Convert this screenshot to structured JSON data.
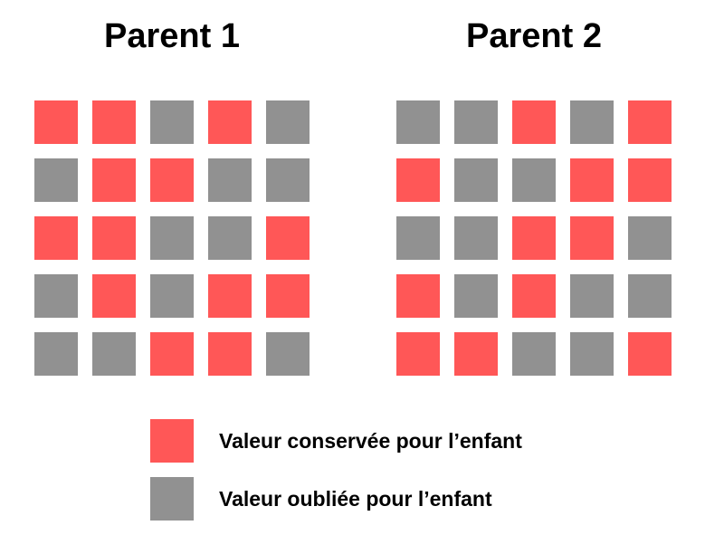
{
  "colors": {
    "kept": "#FF5757",
    "forgotten": "#919191"
  },
  "parents": [
    {
      "title": "Parent 1",
      "grid": [
        [
          "kept",
          "kept",
          "forgotten",
          "kept",
          "forgotten"
        ],
        [
          "forgotten",
          "kept",
          "kept",
          "forgotten",
          "forgotten"
        ],
        [
          "kept",
          "kept",
          "forgotten",
          "forgotten",
          "kept"
        ],
        [
          "forgotten",
          "kept",
          "forgotten",
          "kept",
          "kept"
        ],
        [
          "forgotten",
          "forgotten",
          "kept",
          "kept",
          "forgotten"
        ]
      ]
    },
    {
      "title": "Parent 2",
      "grid": [
        [
          "forgotten",
          "forgotten",
          "kept",
          "forgotten",
          "kept"
        ],
        [
          "kept",
          "forgotten",
          "forgotten",
          "kept",
          "kept"
        ],
        [
          "forgotten",
          "forgotten",
          "kept",
          "kept",
          "forgotten"
        ],
        [
          "kept",
          "forgotten",
          "kept",
          "forgotten",
          "forgotten"
        ],
        [
          "kept",
          "kept",
          "forgotten",
          "forgotten",
          "kept"
        ]
      ]
    }
  ],
  "legend": {
    "kept_label": "Valeur conservée pour l’enfant",
    "forgotten_label": "Valeur oubliée pour l’enfant"
  }
}
